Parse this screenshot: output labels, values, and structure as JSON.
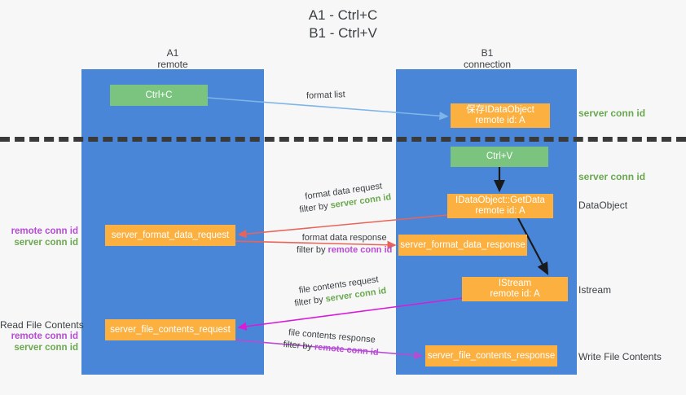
{
  "title": {
    "line1": "A1 - Ctrl+C",
    "line2": "B1 - Ctrl+V"
  },
  "lanes": [
    {
      "id": "a1",
      "name": "A1",
      "role": "remote"
    },
    {
      "id": "b1",
      "name": "B1",
      "role": "connection"
    }
  ],
  "nodes": {
    "ctrl_c": {
      "line1": "Ctrl+C",
      "line2": "",
      "color": "#7bc47f"
    },
    "idataobject": {
      "line1": "保存IDataObject",
      "line2": "remote id: A",
      "color": "#fbb040"
    },
    "ctrl_v": {
      "line1": "Ctrl+V",
      "line2": "",
      "color": "#7bc47f"
    },
    "getdata": {
      "line1": "IDataObject::GetData",
      "line2": "remote id: A",
      "color": "#fbb040"
    },
    "fmt_request": {
      "line1": "server_format_data_request",
      "line2": "",
      "color": "#fbb040"
    },
    "fmt_response": {
      "line1": "server_format_data_response",
      "line2": "",
      "color": "#fbb040"
    },
    "istream": {
      "line1": "IStream",
      "line2": "remote id: A",
      "color": "#fbb040"
    },
    "file_request": {
      "line1": "server_file_contents_request",
      "line2": "",
      "color": "#fbb040"
    },
    "file_response": {
      "line1": "server_file_contents_response",
      "line2": "",
      "color": "#fbb040"
    }
  },
  "edge_labels": {
    "format_list": {
      "main": "format list",
      "filter_prefix": "",
      "filter_key": ""
    },
    "format_data_req": {
      "main": "format data request",
      "filter_prefix": "filter by ",
      "filter_key": "server conn id"
    },
    "format_data_resp": {
      "main": "format data response",
      "filter_prefix": "filter by ",
      "filter_key": "remote conn id"
    },
    "file_contents_req": {
      "main": "file contents request",
      "filter_prefix": "filter by ",
      "filter_key": "server conn id"
    },
    "file_contents_resp": {
      "main": "file contents response",
      "filter_prefix": "filter by ",
      "filter_key": "remote conn id"
    }
  },
  "right_notes": {
    "server_conn_top": "server conn id",
    "server_conn_mid": "server conn id",
    "dataobject": "DataObject",
    "istream": "Istream",
    "write_file_contents": "Write File Contents"
  },
  "left_notes": {
    "remote_conn_1": "remote conn id",
    "server_conn_1": "server conn id",
    "read_file_contents": "Read File Contents",
    "remote_conn_2": "remote conn id",
    "server_conn_2": "server conn id"
  },
  "colors": {
    "lane": "#4a86d8",
    "green_box": "#7bc47f",
    "orange_box": "#fbb040",
    "server_conn_id": "#6aa84f",
    "remote_conn_id": "#b64cd4",
    "arrow_blue": "#7eb5e8",
    "arrow_red": "#e8645a",
    "arrow_magenta": "#d81bd8",
    "arrow_purple": "#b64cd4",
    "arrow_black": "#1a1a1a",
    "divider": "#3a3a3a",
    "background": "#f7f7f7"
  }
}
